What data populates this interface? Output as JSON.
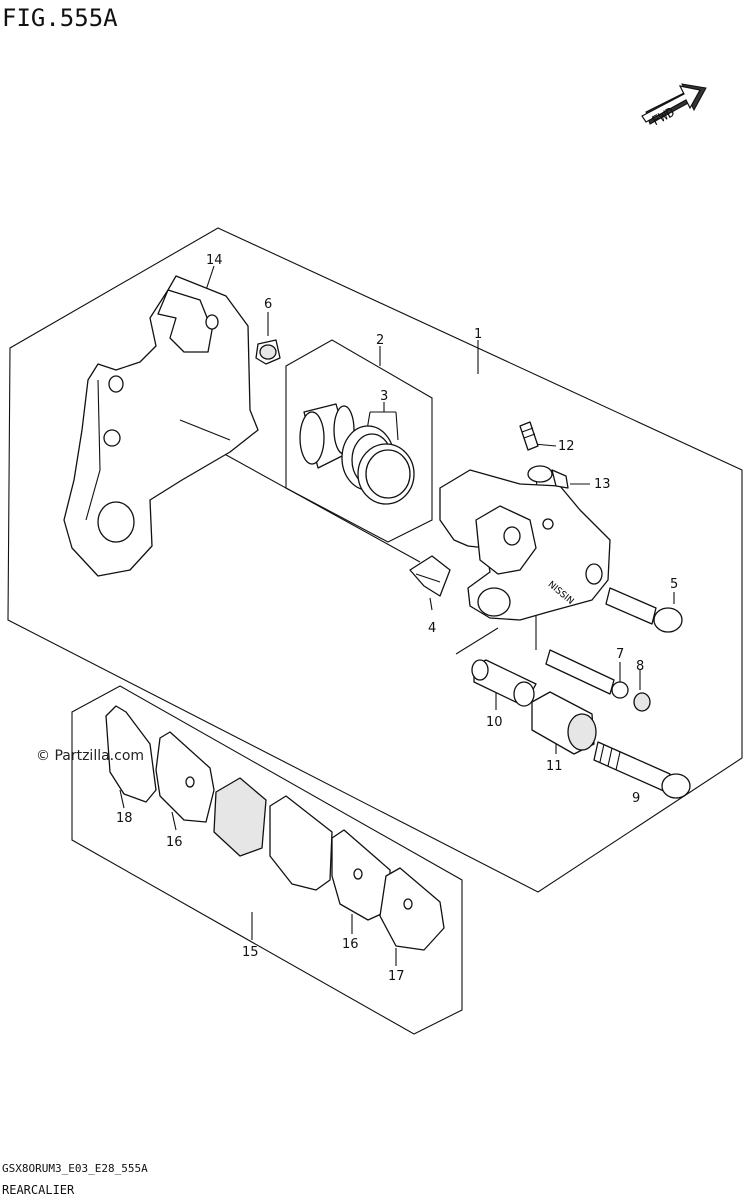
{
  "figure": {
    "title": "FIG.555A",
    "code": "GSX8ORUM3_E03_E28_555A",
    "caption": "REARCALIER"
  },
  "fwd_label": "FWD",
  "watermark": "© Partzilla.com",
  "stamp_text": "NISSIN",
  "callouts": [
    {
      "id": "c1",
      "text": "1"
    },
    {
      "id": "c2",
      "text": "2"
    },
    {
      "id": "c3",
      "text": "3"
    },
    {
      "id": "c4",
      "text": "4"
    },
    {
      "id": "c5",
      "text": "5"
    },
    {
      "id": "c6",
      "text": "6"
    },
    {
      "id": "c7",
      "text": "7"
    },
    {
      "id": "c8",
      "text": "8"
    },
    {
      "id": "c9",
      "text": "9"
    },
    {
      "id": "c10",
      "text": "10"
    },
    {
      "id": "c11",
      "text": "11"
    },
    {
      "id": "c12",
      "text": "12"
    },
    {
      "id": "c13",
      "text": "13"
    },
    {
      "id": "c14",
      "text": "14"
    },
    {
      "id": "c15",
      "text": "15"
    },
    {
      "id": "c16a",
      "text": "16"
    },
    {
      "id": "c16b",
      "text": "16"
    },
    {
      "id": "c17",
      "text": "17"
    },
    {
      "id": "c18",
      "text": "18"
    }
  ]
}
